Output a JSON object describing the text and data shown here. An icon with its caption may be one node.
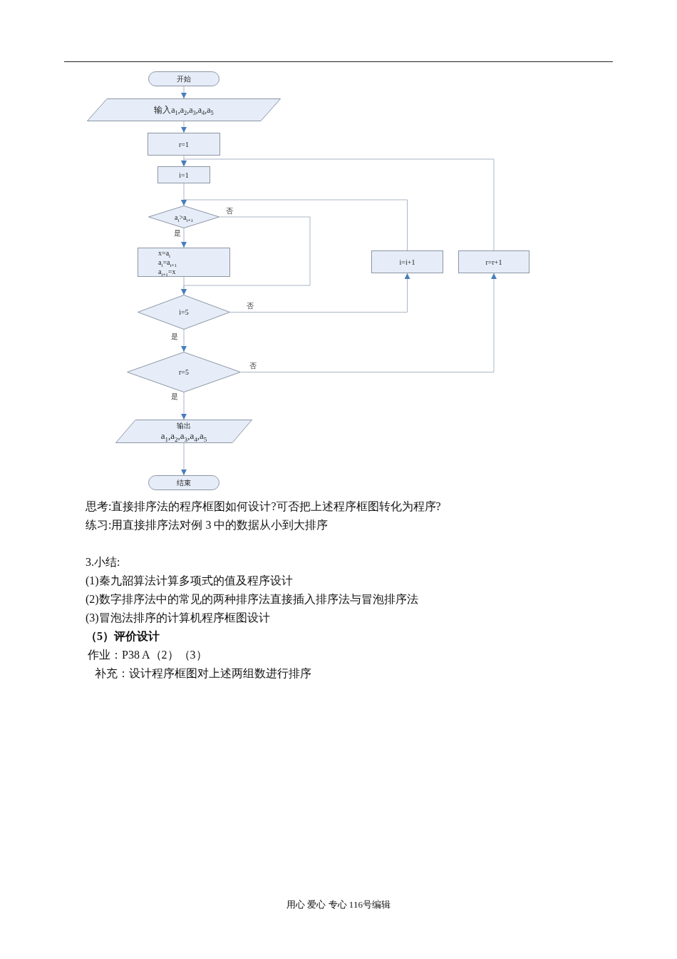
{
  "diagram": {
    "nodes": [
      {
        "text": [
          "开始"
        ]
      },
      {
        "text": [
          "输入a$_{1}$,a$_{2}$,a$_{3}$,a$_{4}$,a$_{5}$"
        ]
      },
      {
        "text": [
          "r=1"
        ]
      },
      {
        "text": [
          "i=1"
        ]
      },
      {
        "text": [
          "a$_{i}$>a$_{i+1}$"
        ]
      },
      {
        "text": [
          "x=a$_{i}$",
          "a$_{i}$=a$_{i+1}$",
          "a$_{i+1}$=x"
        ]
      },
      {
        "text": [
          "i=5"
        ]
      },
      {
        "text": [
          "r=5"
        ]
      },
      {
        "text": [
          "输出",
          "a$_{1}$,a$_{2}$,a$_{3}$,a$_{4}$,a$_{5}$"
        ]
      },
      {
        "text": [
          "结束"
        ]
      },
      {
        "text": [
          "i=i+1"
        ]
      },
      {
        "text": [
          "r=r+1"
        ]
      }
    ],
    "edges": [
      {
        "from": 0,
        "to": 1,
        "arrow": "to"
      },
      {
        "from": 1,
        "to": 2,
        "arrow": "to"
      },
      {
        "from": 2,
        "to": 3,
        "arrow": "to"
      },
      {
        "from": 3,
        "to": 4,
        "arrow": "to"
      },
      {
        "from": 4,
        "to": 5,
        "arrow": "to",
        "label": "是"
      },
      {
        "from": 4,
        "to": 6,
        "arrow": "to",
        "label": "否"
      },
      {
        "from": 5,
        "to": 6,
        "arrow": "to"
      },
      {
        "from": 6,
        "to": 7,
        "arrow": "to",
        "label": "是"
      },
      {
        "from": 6,
        "to": 10,
        "arrow": "to",
        "label": "否"
      },
      {
        "from": 10,
        "to": 4,
        "arrow": "to"
      },
      {
        "from": 7,
        "to": 8,
        "arrow": "to",
        "label": "是"
      },
      {
        "from": 7,
        "to": 11,
        "arrow": "to",
        "label": "否"
      },
      {
        "from": 11,
        "to": 3,
        "arrow": "to"
      },
      {
        "from": 8,
        "to": 9,
        "arrow": "to"
      }
    ],
    "labels": [
      "思考:直接排序法的程序框图如何设计?可否把上述程序框图转化为程序?",
      "练习:用直接排序法对例 3 中的数据从小到大排序",
      "3.小结:",
      "(1)秦九韶算法计算多项式的值及程序设计",
      "(2)数字排序法中的常见的两种排序法直接插入排序法与冒泡排序法",
      "(3)冒泡法排序的计算机程序框图设计",
      "（5）评价设计",
      "作业：P38 A（2）（3）",
      "补充：设计程序框图对上述两组数进行排序",
      "用心 爱心 专心 116号编辑"
    ]
  }
}
